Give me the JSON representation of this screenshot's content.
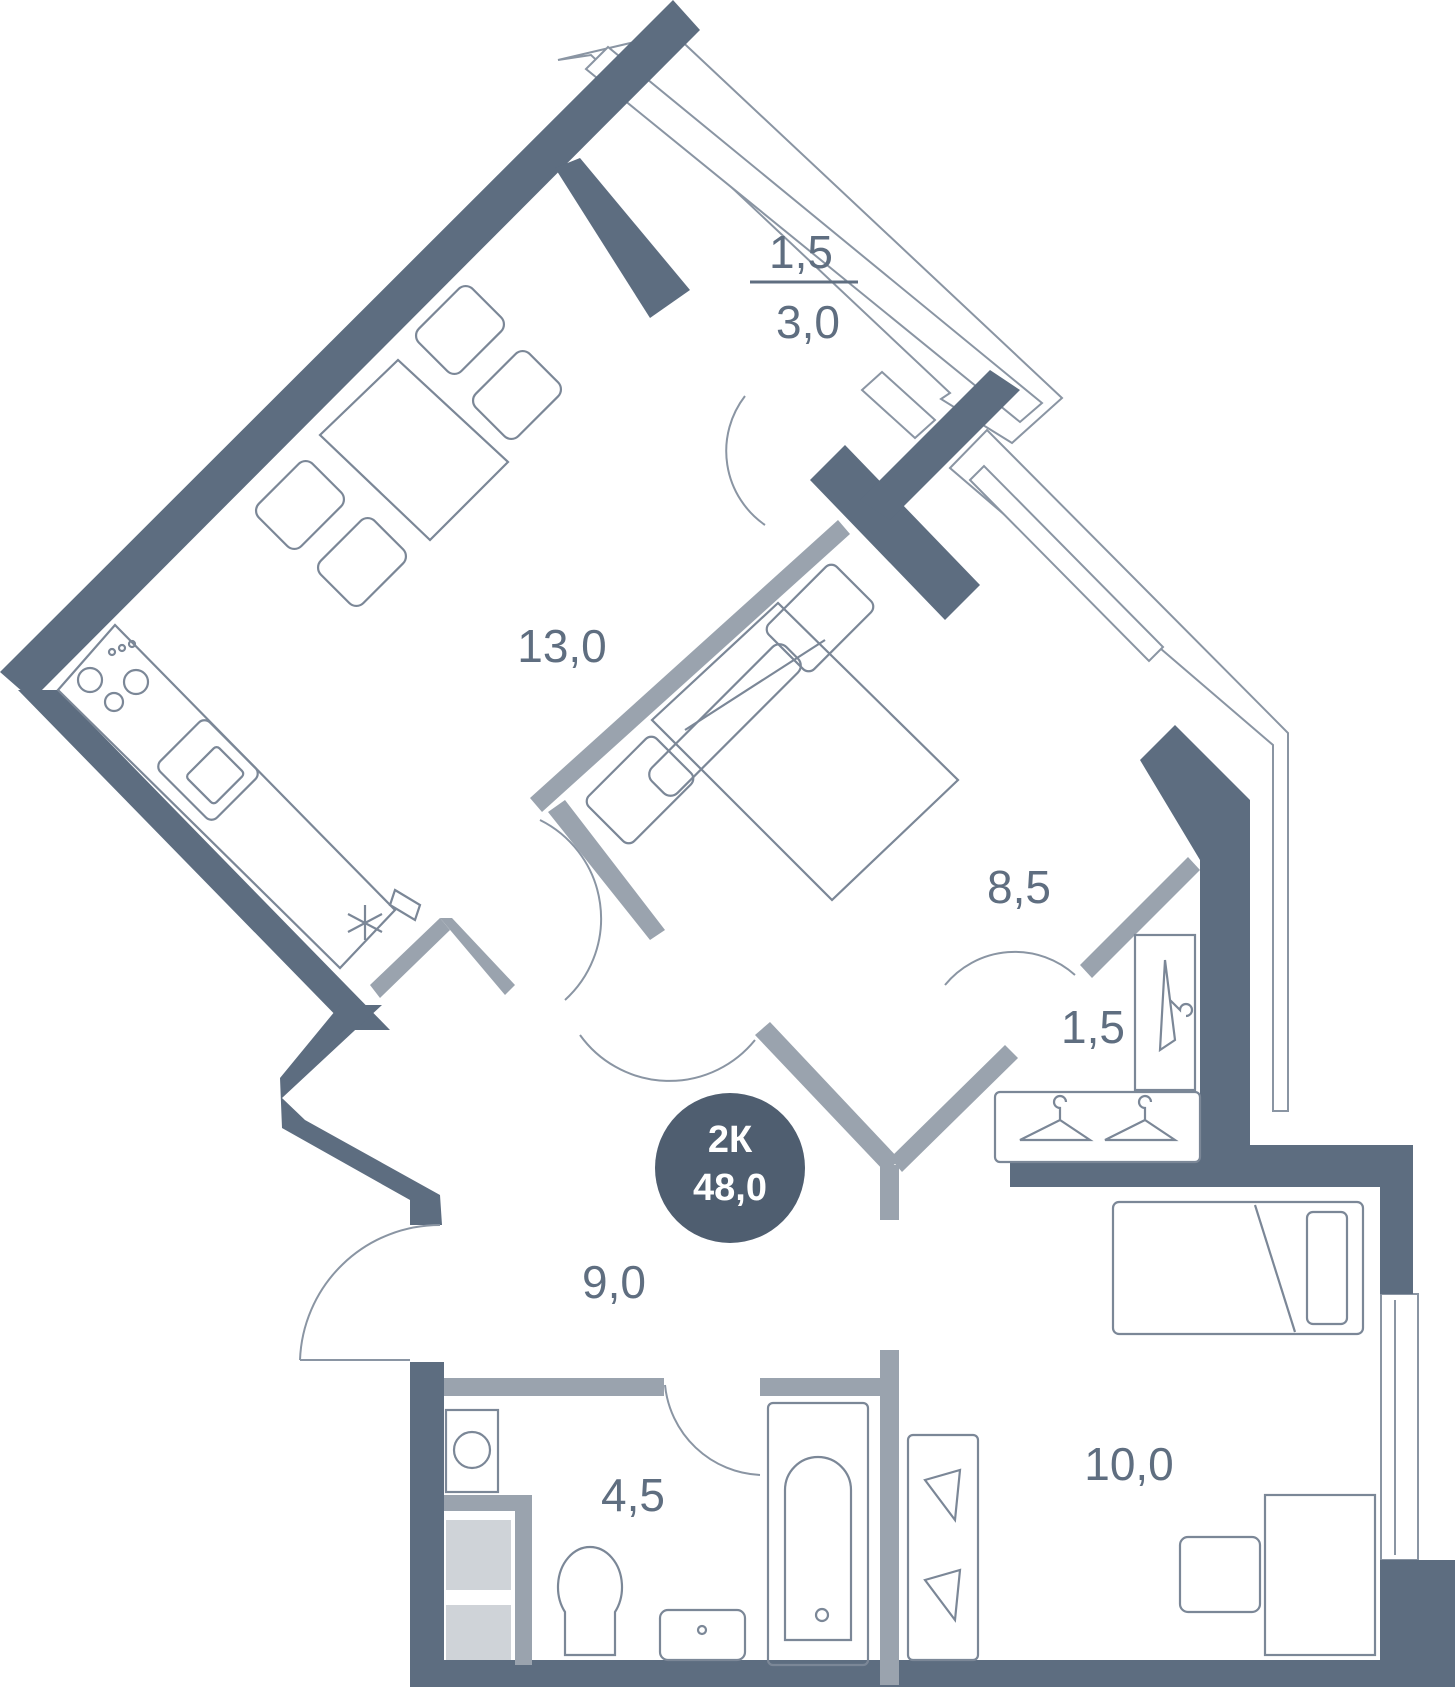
{
  "apartment": {
    "type_label": "2К",
    "total_area": "48,0",
    "badge_color": "#4f5e70"
  },
  "colors": {
    "outer_wall": "#5d6d80",
    "partition": "#9aa3ae",
    "text": "#5f6e80",
    "line": "#7b8797"
  },
  "rooms": {
    "kitchen": "13,0",
    "balcony_area": "1,5",
    "balcony_full": "3,0",
    "bedroom": "8,5",
    "closet": "1,5",
    "hall": "9,0",
    "bathroom": "4,5",
    "room": "10,0"
  },
  "icons": [
    "hanger-icon",
    "freezer-icon",
    "stove-icon",
    "sink-icon",
    "washer-icon",
    "toilet-icon",
    "bathtub-icon"
  ]
}
